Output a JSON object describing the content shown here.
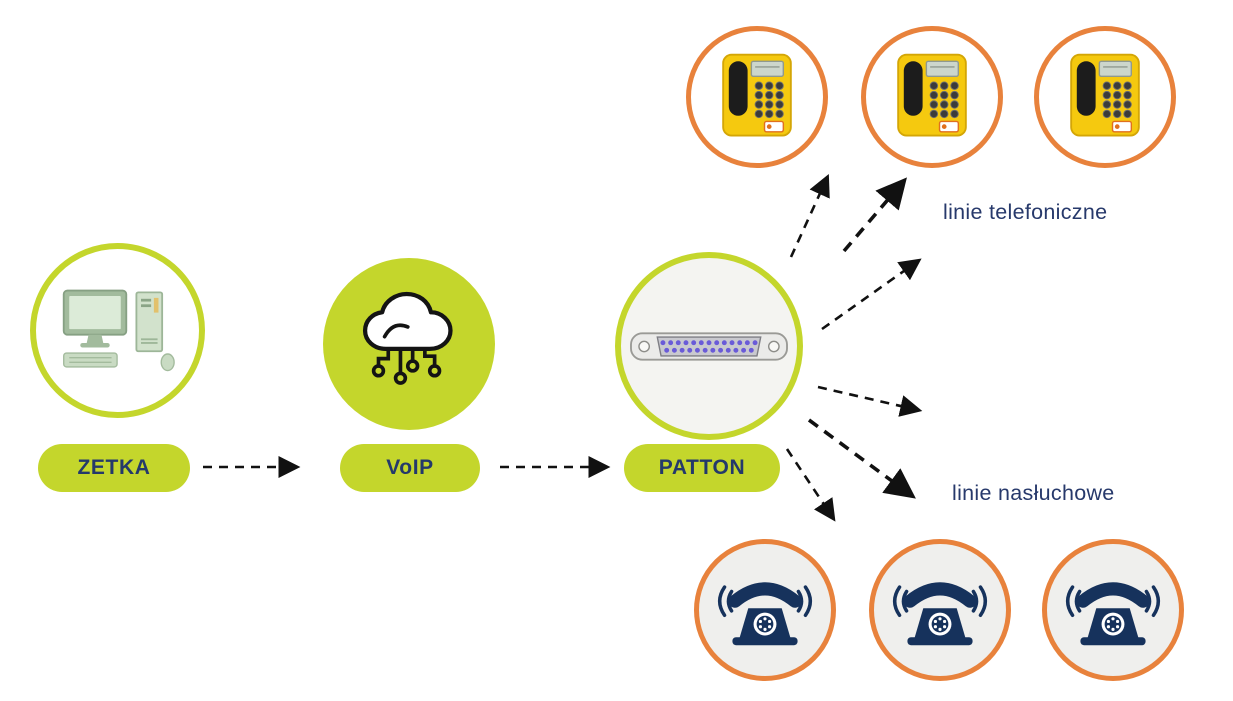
{
  "palette": {
    "lime": "#c4d62c",
    "navy": "#24396b",
    "orange_ring": "#e8823c",
    "arrow_black": "#111111",
    "payphone_yellow": "#f5c90f",
    "rotary_navy": "#16325c",
    "connector_pin_purple": "#6a5bd8"
  },
  "nodes": {
    "zetka": {
      "label": "ZETKA",
      "icon": "desktop-computer-icon"
    },
    "voip": {
      "label": "VoIP",
      "icon": "voip-cloud-network-icon"
    },
    "patton": {
      "label": "PATTON",
      "icon": "db25-connector-icon"
    }
  },
  "groups": {
    "telephone_lines": {
      "label": "linie telefoniczne",
      "icon": "payphone-icon",
      "count": 3
    },
    "listening_lines": {
      "label": "linie nasłuchowe",
      "icon": "rotary-phone-icon",
      "count": 3
    }
  }
}
